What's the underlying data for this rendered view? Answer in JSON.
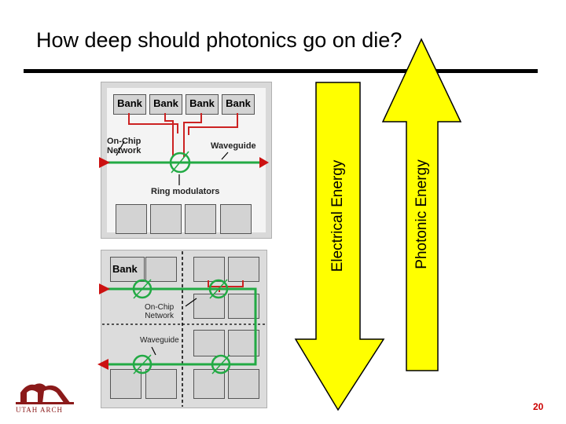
{
  "slide": {
    "title": "How deep should photonics go on die?",
    "page_number": "20"
  },
  "diagram_top": {
    "banks": [
      "Bank",
      "Bank",
      "Bank",
      "Bank"
    ],
    "on_chip_network": "On-Chip\nNetwork",
    "waveguide": "Waveguide",
    "ring_modulators": "Ring modulators"
  },
  "diagram_bottom": {
    "bank": "Bank",
    "on_chip_network": "On-Chip\nNetwork",
    "waveguide": "Waveguide"
  },
  "arrows": {
    "electrical": "Electrical Energy",
    "photonic": "Photonic Energy",
    "fill_color": "#ffff00",
    "outline_color": "#000000"
  },
  "logo": {
    "text": "UTAH ARCH",
    "color": "#8b1a1a"
  },
  "colors": {
    "waveguide": "#22aa44",
    "wires": "#cc2222",
    "ports": "#cc1111"
  }
}
